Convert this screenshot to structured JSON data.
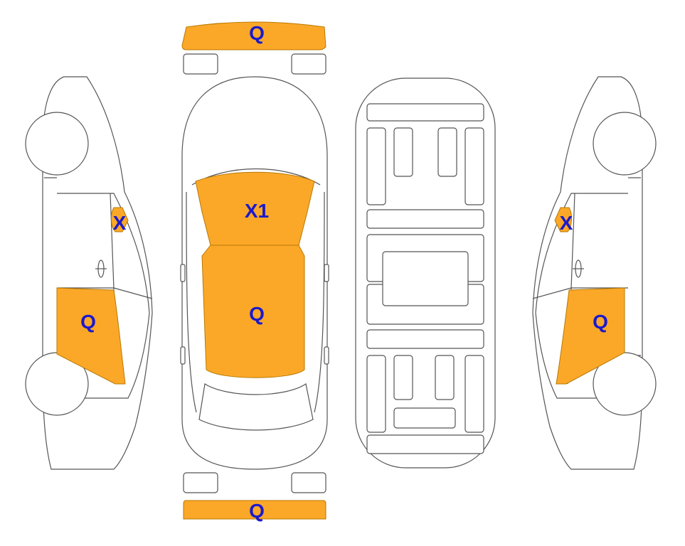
{
  "colors": {
    "marked": "#FBA829",
    "marked_stroke": "#B87800",
    "label": "#1a1acc",
    "outline": "#555555"
  },
  "views": {
    "left_side": {
      "front_door_label": "X",
      "rear_door_label": "Q"
    },
    "top": {
      "front_bumper_label": "Q",
      "windshield_label": "X1",
      "roof_label": "Q",
      "rear_bumper_label": "Q"
    },
    "right_side": {
      "front_door_label": "X",
      "rear_door_label": "Q"
    }
  }
}
